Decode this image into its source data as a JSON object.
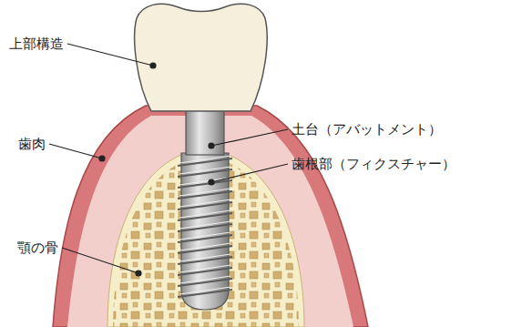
{
  "diagram": {
    "labels": [
      "上部構造",
      "歯肉",
      "顎の骨",
      "土台（アバットメント）",
      "歯根部（フィクスチャー）"
    ]
  }
}
